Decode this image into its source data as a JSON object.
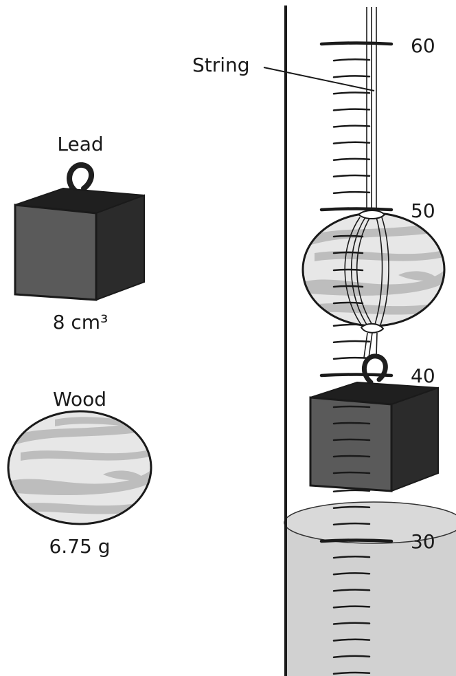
{
  "lead": {
    "label": "Lead",
    "volume": "8 cm³"
  },
  "wood": {
    "label": "Wood",
    "mass": "6.75 g"
  },
  "string_label": "String",
  "cylinder": {
    "scale_labels": [
      "60",
      "50",
      "40",
      "30"
    ]
  },
  "colors": {
    "outline": "#1a1a1a",
    "lead_front": "#5a5a5a",
    "lead_top": "#1f1f1f",
    "lead_side": "#2b2b2b",
    "water": "#d1d1d1",
    "wood_base": "#e7e7e7",
    "wood_grain": "#bdbdbd"
  }
}
